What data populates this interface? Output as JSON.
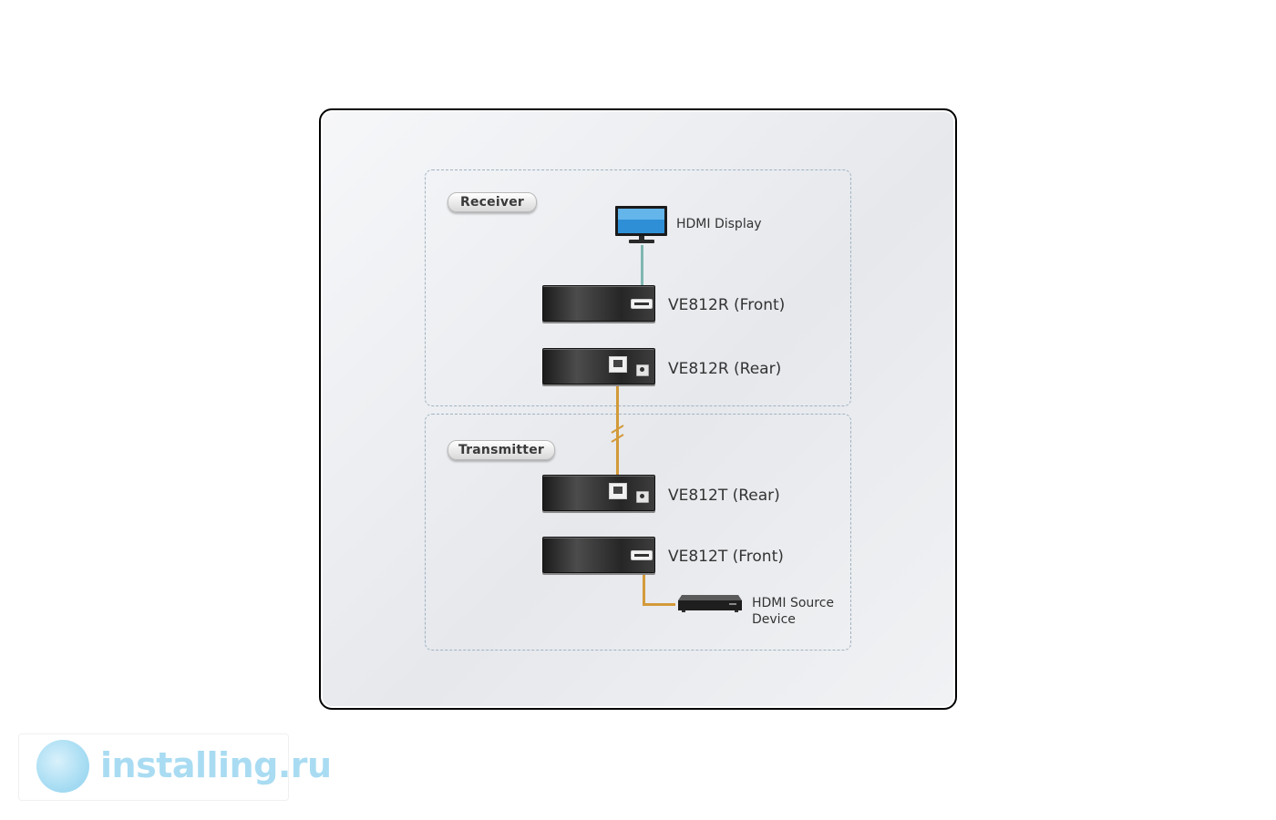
{
  "receiver_label": "Receiver",
  "transmitter_label": "Transmitter",
  "display_label": "HDMI Display",
  "devices": {
    "rx_front": "VE812R (Front)",
    "rx_rear": "VE812R (Rear)",
    "tx_rear": "VE812T (Rear)",
    "tx_front": "VE812T (Front)"
  },
  "source_label_line1": "HDMI Source",
  "source_label_line2": "Device",
  "watermark": "installing.ru",
  "colors": {
    "hdmi_cable": "#7fb6b2",
    "cat_cable": "#d39a3a",
    "group_border": "#9fb3c2"
  }
}
